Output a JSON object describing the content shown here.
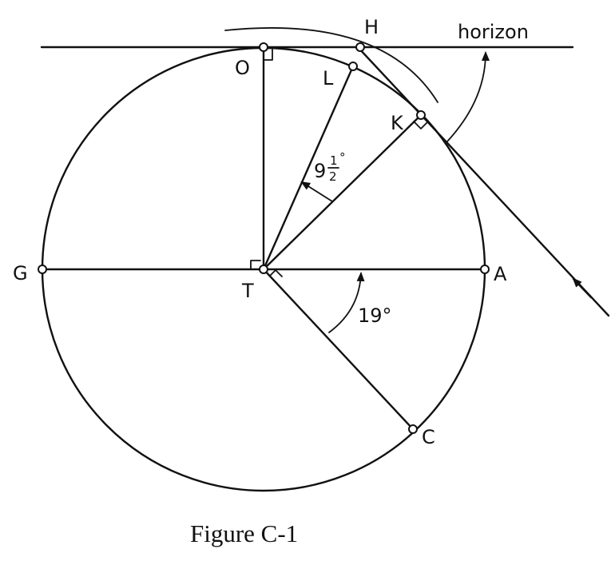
{
  "diagram": {
    "points": {
      "O": "O",
      "H": "H",
      "L": "L",
      "K": "K",
      "G": "G",
      "T": "T",
      "A": "A",
      "C": "C"
    },
    "horizon_label": "horizon",
    "angles": {
      "nine": {
        "whole": "9",
        "num": "1",
        "den": "2",
        "deg": "°"
      },
      "nineteen": "19°"
    },
    "caption": "Figure C-1",
    "colors": {
      "ink": "#111111",
      "background": "#ffffff"
    }
  }
}
